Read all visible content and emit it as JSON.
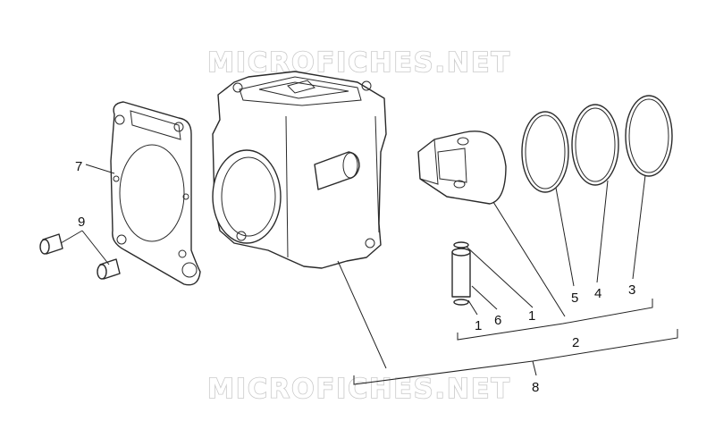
{
  "watermark": {
    "top": "MICROFICHES.NET",
    "bottom": "MICROFICHES.NET"
  },
  "callouts": {
    "c1a": "1",
    "c1b": "1",
    "c2": "2",
    "c3": "3",
    "c4": "4",
    "c5": "5",
    "c6": "6",
    "c7": "7",
    "c8": "8",
    "c9": "9"
  }
}
